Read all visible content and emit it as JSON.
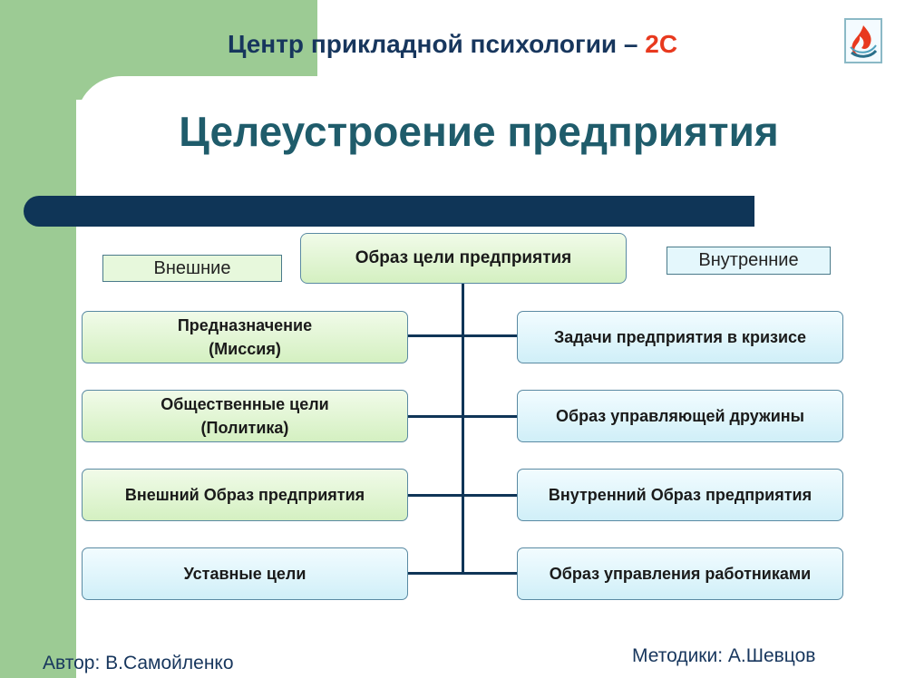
{
  "header": {
    "title_prefix": "Центр прикладной психологии – ",
    "title_accent": "2С"
  },
  "slide_title": "Целеустроение предприятия",
  "diagram": {
    "root": "Образ цели предприятия",
    "left_tag": "Внешние",
    "right_tag": "Внутренние",
    "left_nodes": [
      {
        "line1": "Предназначение",
        "line2": "(Миссия)"
      },
      {
        "line1": "Общественные цели",
        "line2": "(Политика)"
      },
      {
        "line1": "Внешний Образ предприятия",
        "line2": ""
      },
      {
        "line1": "Уставные цели",
        "line2": ""
      }
    ],
    "right_nodes": [
      "Задачи предприятия в кризисе",
      "Образ управляющей дружины",
      "Внутренний Образ предприятия",
      "Образ управления работниками"
    ]
  },
  "footer": {
    "author": "Автор: В.Самойленко",
    "methods": "Методики: А.Шевцов"
  },
  "colors": {
    "accent": "#e8391e",
    "navy": "#0f3557",
    "green_bg": "#9ccb94"
  }
}
